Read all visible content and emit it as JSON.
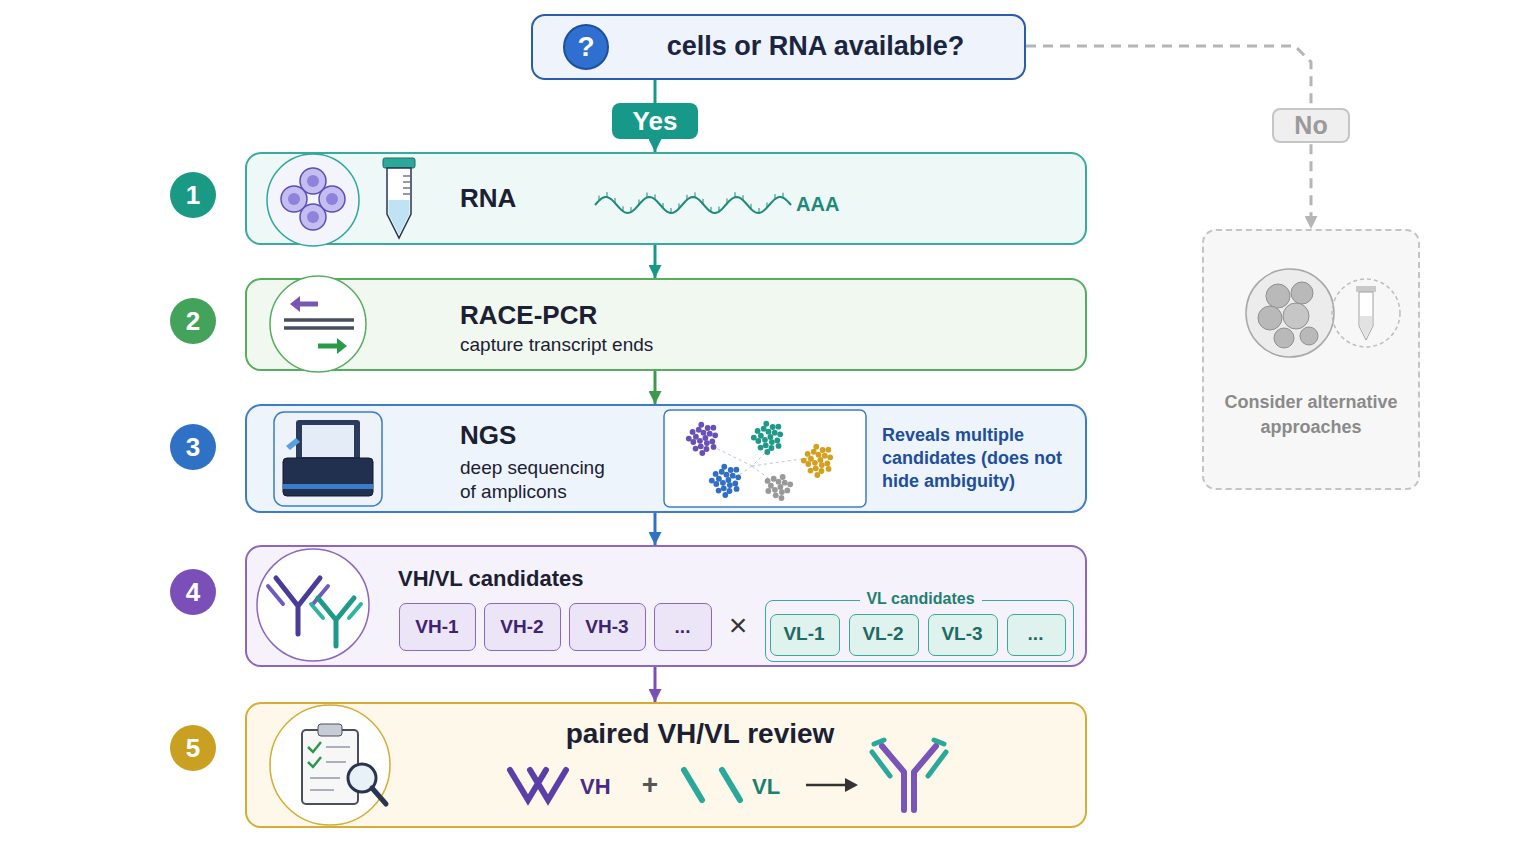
{
  "diagram": {
    "nodes": [
      {
        "text": [
          "cells or RNA available?"
        ]
      },
      {
        "text": [
          "1"
        ]
      },
      {
        "text": [
          "RNA",
          "AAA"
        ]
      },
      {
        "text": [
          "2"
        ]
      },
      {
        "text": [
          "RACE-PCR",
          "capture transcript ends"
        ]
      },
      {
        "text": [
          "3"
        ]
      },
      {
        "text": [
          "NGS",
          "deep sequencing of amplicons",
          "Reveals multiple candidates (does not hide ambiguity)"
        ]
      },
      {
        "text": [
          "4"
        ]
      },
      {
        "text": [
          "VH/VL candidates"
        ]
      },
      {
        "text": [
          "VH-1"
        ],
        "in": 8
      },
      {
        "text": [
          "VH-2"
        ],
        "in": 8
      },
      {
        "text": [
          "VH-3"
        ],
        "in": 8
      },
      {
        "text": [
          "..."
        ],
        "in": 8
      },
      {
        "text": [
          "VL candidates"
        ],
        "in": 8
      },
      {
        "text": [
          "VL-1"
        ],
        "in": 13
      },
      {
        "text": [
          "VL-2"
        ],
        "in": 13
      },
      {
        "text": [
          "VL-3"
        ],
        "in": 13
      },
      {
        "text": [
          "..."
        ],
        "in": 13
      },
      {
        "text": [
          "5"
        ]
      },
      {
        "text": [
          "paired VH/VL review",
          "VH",
          "+",
          "VL"
        ]
      },
      {
        "text": [
          "Consider alternative approaches"
        ]
      }
    ],
    "edges": [
      {
        "from": 0,
        "to": 2,
        "label": "Yes",
        "arrow": "to"
      },
      {
        "from": 0,
        "to": 20,
        "label": "No",
        "arrow": "to"
      },
      {
        "from": 2,
        "to": 4,
        "arrow": "to"
      },
      {
        "from": 4,
        "to": 6,
        "arrow": "to"
      },
      {
        "from": 6,
        "to": 8,
        "arrow": "to"
      },
      {
        "from": 8,
        "to": 19,
        "arrow": "to"
      }
    ],
    "labels": [
      "?",
      "×"
    ]
  }
}
